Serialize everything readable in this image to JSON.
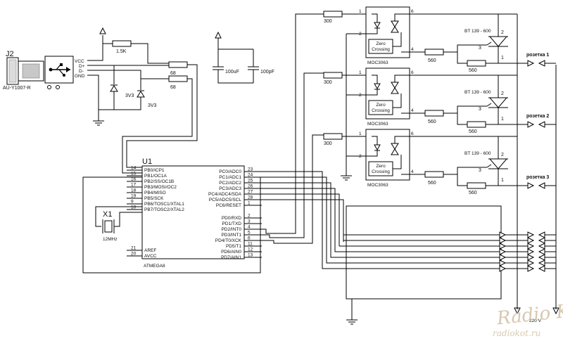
{
  "usb": {
    "ref": "J2",
    "part": "AU-Y1007-R",
    "pins": [
      "VCC",
      "D+",
      "D-",
      "GND"
    ]
  },
  "resistors": {
    "pullup": "1.5K",
    "d_plus": "68",
    "d_minus": "68"
  },
  "zeners": [
    "3V3",
    "3V3"
  ],
  "caps": [
    "100uF",
    "100pF"
  ],
  "mcu": {
    "ref": "U1",
    "part": "ATMEGA8",
    "left_pins": [
      {
        "num": "14",
        "name": "PB0/ICP1"
      },
      {
        "num": "15",
        "name": "PB1/OC1A"
      },
      {
        "num": "16",
        "name": "PB2/SS/OC1B"
      },
      {
        "num": "17",
        "name": "PB3/MOSI/OC2"
      },
      {
        "num": "18",
        "name": "PB4/MISO"
      },
      {
        "num": "19",
        "name": "PB5/SCK"
      },
      {
        "num": "9",
        "name": "PB6/TOSC1/XTAL1"
      },
      {
        "num": "10",
        "name": "PB7/TOSC2/XTAL2"
      }
    ],
    "left_power": [
      {
        "num": "21",
        "name": "AREF"
      },
      {
        "num": "20",
        "name": "AVCC"
      }
    ],
    "right_top": [
      {
        "num": "23",
        "name": "PC0/ADC0"
      },
      {
        "num": "24",
        "name": "PC1/ADC1"
      },
      {
        "num": "25",
        "name": "PC2/ADC2"
      },
      {
        "num": "26",
        "name": "PC3/ADC3"
      },
      {
        "num": "27",
        "name": "PC4/ADC4/SDA"
      },
      {
        "num": "28",
        "name": "PC5/ADC5/SCL"
      },
      {
        "num": "1",
        "name": "PC6/RESET"
      }
    ],
    "right_bottom": [
      {
        "num": "2",
        "name": "PD0/RXD"
      },
      {
        "num": "3",
        "name": "PD1/TXD"
      },
      {
        "num": "4",
        "name": "PD2/INT0"
      },
      {
        "num": "5",
        "name": "PD3/INT1"
      },
      {
        "num": "6",
        "name": "PD4/T0/XCK"
      },
      {
        "num": "11",
        "name": "PD5/T1"
      },
      {
        "num": "12",
        "name": "PD6/AIN0"
      },
      {
        "num": "13",
        "name": "PD7/AIN1"
      }
    ]
  },
  "crystal": {
    "ref": "X1",
    "value": "12MHz"
  },
  "channels": [
    {
      "r_in": "300",
      "opto": "MOC3063",
      "zc": [
        "Zero",
        "Crossing"
      ],
      "r_out": "560",
      "r_gate": "560",
      "triac": "BT 139 - 600",
      "outlet": "розетка 1"
    },
    {
      "r_in": "300",
      "opto": "MOC3063",
      "zc": [
        "Zero",
        "Crossing"
      ],
      "r_out": "560",
      "r_gate": "560",
      "triac": "BT 139 - 600",
      "outlet": "розетка 2"
    },
    {
      "r_in": "300",
      "opto": "MOC3063",
      "zc": [
        "Zero",
        "Crossing"
      ],
      "r_out": "560",
      "r_gate": "560",
      "triac": "BT 139 - 600",
      "outlet": "розетка 3"
    }
  ],
  "opto_pins": [
    "1",
    "2",
    "6",
    "4"
  ],
  "triac_pins": [
    "1",
    "2",
    "3"
  ],
  "mains": "220 V",
  "watermark": {
    "logo": "Radio KOT",
    "url": "radiokot.ru"
  }
}
